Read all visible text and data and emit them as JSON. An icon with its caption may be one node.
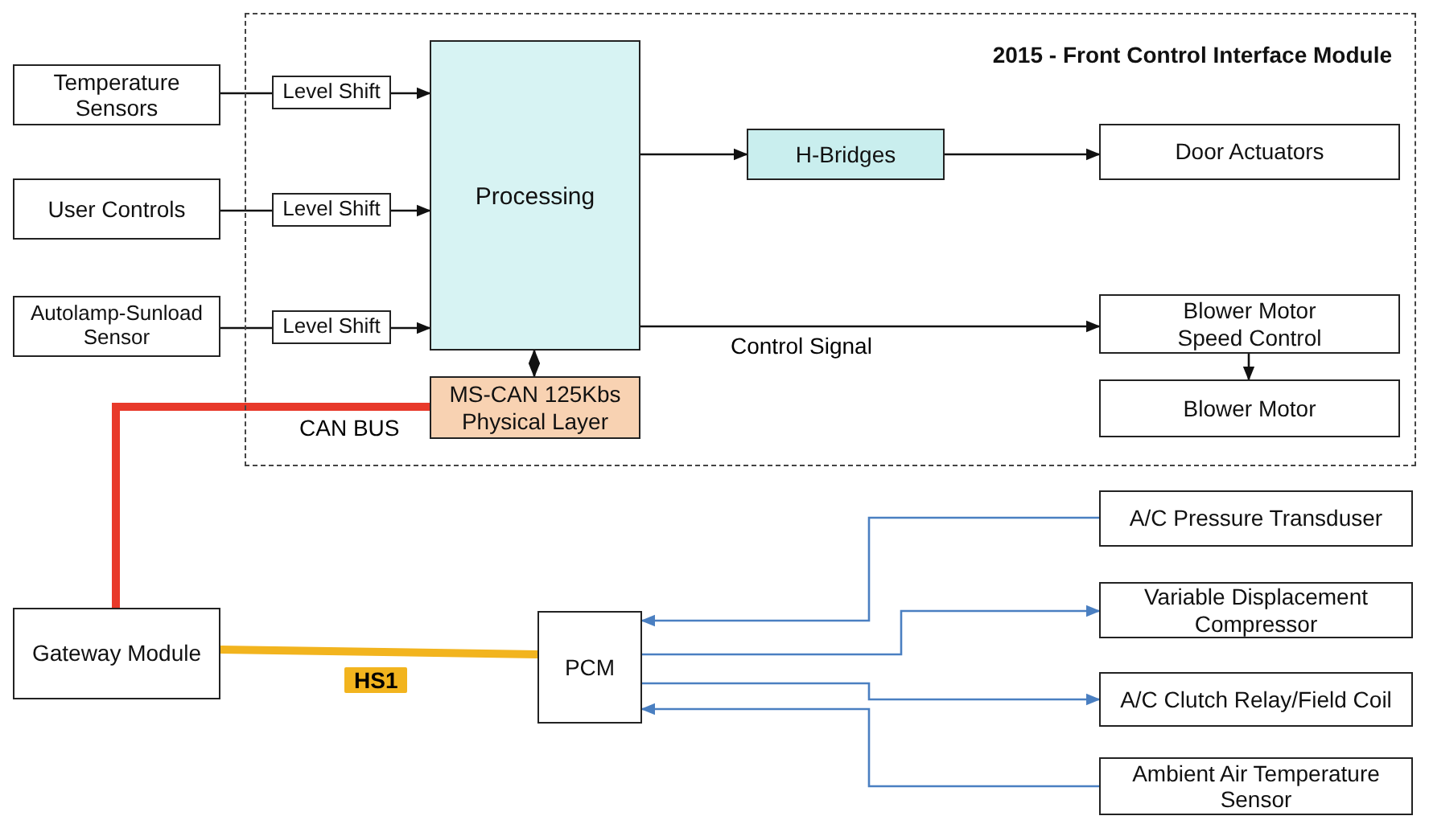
{
  "diagram": {
    "nodes": [
      {
        "text": [
          "2015 - Front Control Interface Module"
        ]
      },
      {
        "text": [
          "Temperature Sensors"
        ]
      },
      {
        "text": [
          "Level Shift"
        ],
        "in": 0
      },
      {
        "text": [
          "Processing"
        ],
        "in": 0
      },
      {
        "text": [
          "H-Bridges"
        ],
        "in": 0
      },
      {
        "text": [
          "Door Actuators"
        ],
        "in": 0
      },
      {
        "text": [
          "User Controls"
        ]
      },
      {
        "text": [
          "Level Shift"
        ],
        "in": 0
      },
      {
        "text": [
          "Autolamp-Sunload Sensor"
        ]
      },
      {
        "text": [
          "Level Shift"
        ],
        "in": 0
      },
      {
        "text": [
          "Blower Motor Speed Control"
        ],
        "in": 0
      },
      {
        "text": [
          "MS-CAN 125Kbs Physical Layer"
        ],
        "in": 0
      },
      {
        "text": [
          "Blower Motor"
        ],
        "in": 0
      },
      {
        "text": [
          "A/C Pressure Transduser"
        ]
      },
      {
        "text": [
          "Variable Displacement Compressor"
        ]
      },
      {
        "text": [
          "Gateway Module"
        ]
      },
      {
        "text": [
          "PCM"
        ]
      },
      {
        "text": [
          "A/C Clutch Relay/Field Coil"
        ]
      },
      {
        "text": [
          "Ambient Air Temperature Sensor"
        ]
      }
    ],
    "edges": [
      {
        "from": 1,
        "to": 2,
        "arrow": "none"
      },
      {
        "from": 2,
        "to": 3,
        "arrow": "to"
      },
      {
        "from": 6,
        "to": 7,
        "arrow": "none"
      },
      {
        "from": 7,
        "to": 3,
        "arrow": "to"
      },
      {
        "from": 8,
        "to": 9,
        "arrow": "none"
      },
      {
        "from": 9,
        "to": 3,
        "arrow": "to"
      },
      {
        "from": 3,
        "to": 4,
        "arrow": "to"
      },
      {
        "from": 4,
        "to": 5,
        "arrow": "to"
      },
      {
        "from": 3,
        "to": 10,
        "arrow": "to",
        "label": "Control Signal"
      },
      {
        "from": 10,
        "to": 12,
        "arrow": "to"
      },
      {
        "from": 3,
        "to": 11,
        "arrow": "both"
      },
      {
        "from": 11,
        "to": 15,
        "arrow": "none",
        "label": "CAN BUS",
        "style": "thick",
        "color": "#e8392a"
      },
      {
        "from": 15,
        "to": 16,
        "arrow": "none",
        "label": "HS1",
        "style": "thick",
        "color": "#f2b41e"
      },
      {
        "from": 13,
        "to": 16,
        "arrow": "to",
        "color": "#4a7fc1"
      },
      {
        "from": 16,
        "to": 14,
        "arrow": "to",
        "color": "#4a7fc1"
      },
      {
        "from": 16,
        "to": 17,
        "arrow": "to",
        "color": "#4a7fc1"
      },
      {
        "from": 18,
        "to": 16,
        "arrow": "to",
        "color": "#4a7fc1"
      }
    ]
  }
}
